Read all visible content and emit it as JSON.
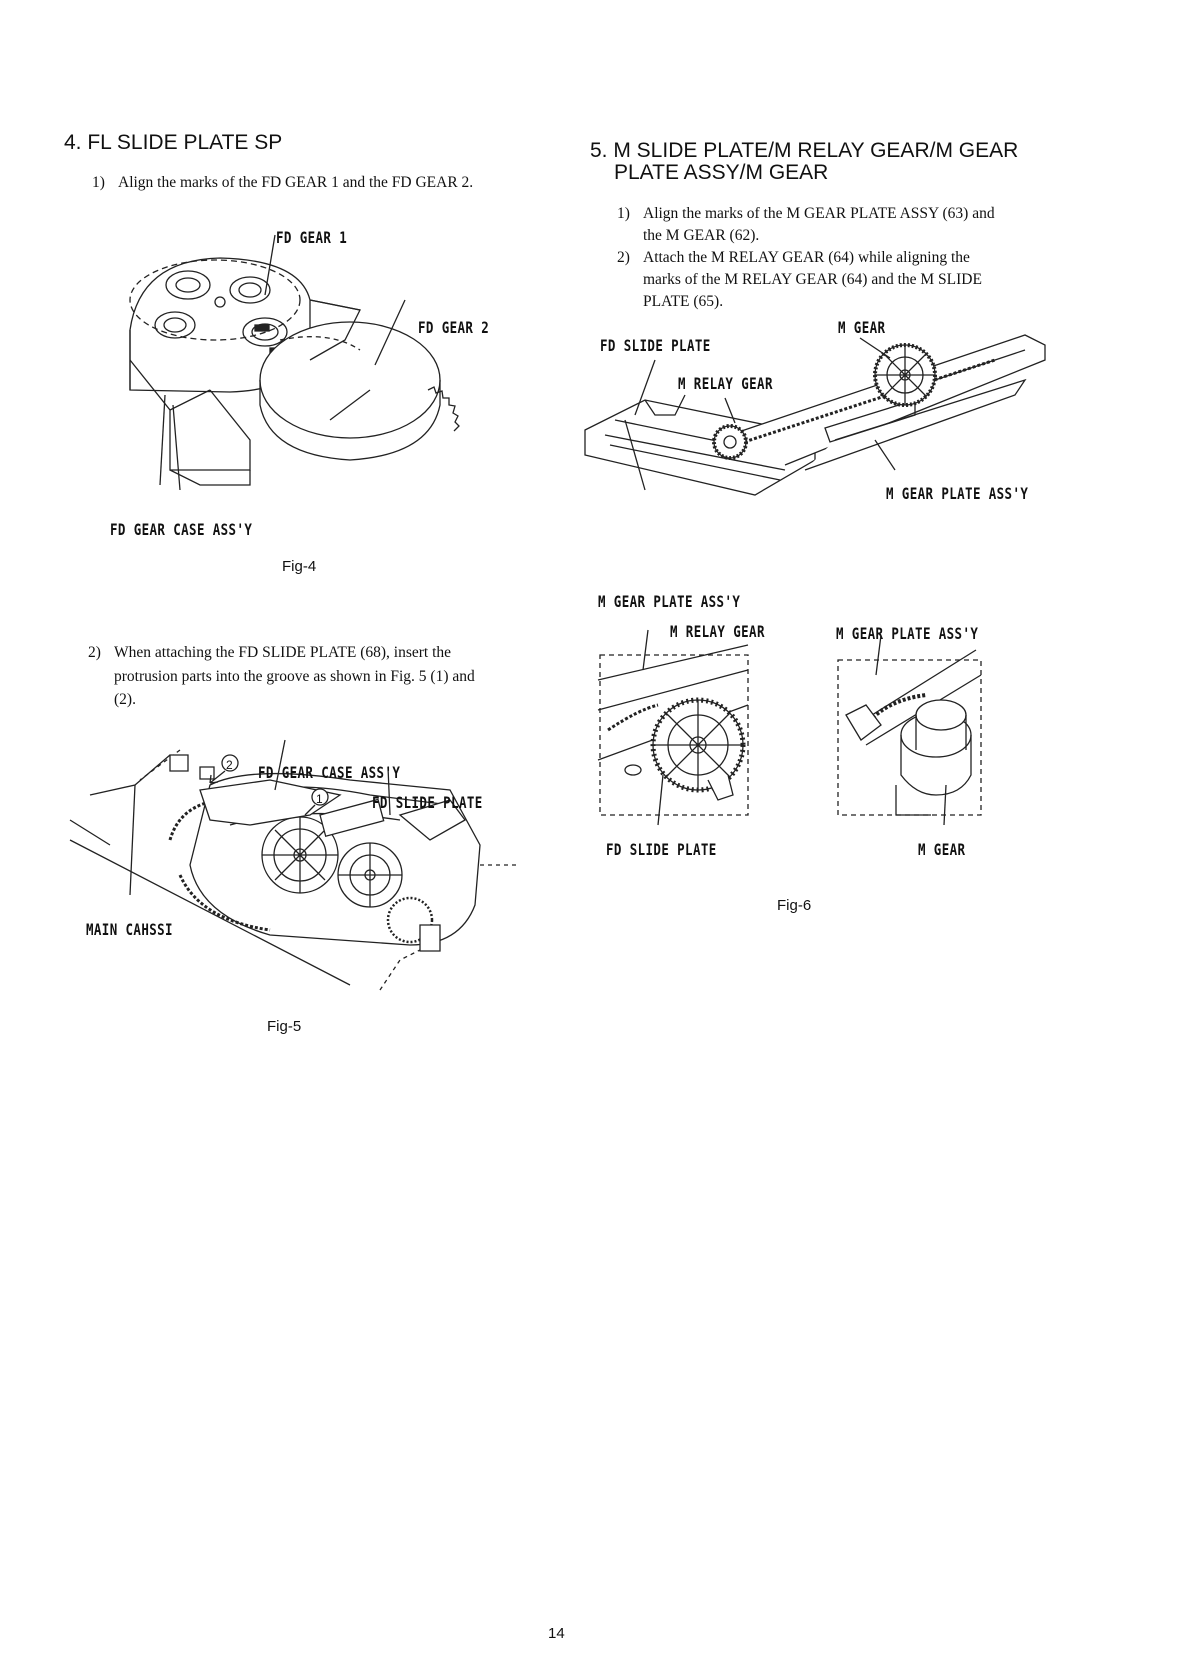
{
  "left": {
    "heading": "4. FL SLIDE PLATE SP",
    "step1": {
      "num": "1)",
      "text": "Align the marks of the FD GEAR 1 and the FD GEAR 2."
    },
    "fig4": {
      "label_gear1": "FD GEAR 1",
      "label_gear2": "FD GEAR 2",
      "label_case": "FD GEAR CASE ASS'Y",
      "caption": "Fig-4"
    },
    "step2": {
      "num": "2)",
      "lines": [
        "When attaching the FD SLIDE PLATE (68), insert the",
        "protrusion parts into the groove as shown in Fig. 5 (1) and",
        "(2)."
      ]
    },
    "fig5": {
      "label_case": "FD GEAR CASE ASS'Y",
      "label_plate": "FD SLIDE PLATE",
      "label_chassis": "MAIN CAHSSI",
      "marker1": "1",
      "marker2": "2",
      "caption": "Fig-5"
    }
  },
  "right": {
    "heading_lines": [
      "5. M SLIDE PLATE/M RELAY GEAR/M GEAR",
      "PLATE ASSY/M GEAR"
    ],
    "step1": {
      "num": "1)",
      "lines": [
        "Align the marks of the M GEAR PLATE ASSY (63) and",
        "the M GEAR (62)."
      ]
    },
    "step2": {
      "num": "2)",
      "lines": [
        "Attach the M RELAY GEAR (64) while aligning the",
        "marks of the M RELAY GEAR (64) and the M SLIDE",
        "PLATE (65)."
      ]
    },
    "fig6": {
      "label_mgear_top": "M GEAR",
      "label_fd_slide_top": "FD SLIDE PLATE",
      "label_relay_top": "M RELAY GEAR",
      "label_plate_assy_top": "M GEAR PLATE ASS'Y",
      "label_plate_assy_left": "M GEAR PLATE ASS'Y",
      "label_relay_detail": "M RELAY GEAR",
      "label_plate_assy_detail": "M GEAR PLATE ASS'Y",
      "label_fd_slide_bottom": "FD SLIDE PLATE",
      "label_mgear_bottom": "M GEAR",
      "caption": "Fig-6"
    }
  },
  "page_number": "14"
}
